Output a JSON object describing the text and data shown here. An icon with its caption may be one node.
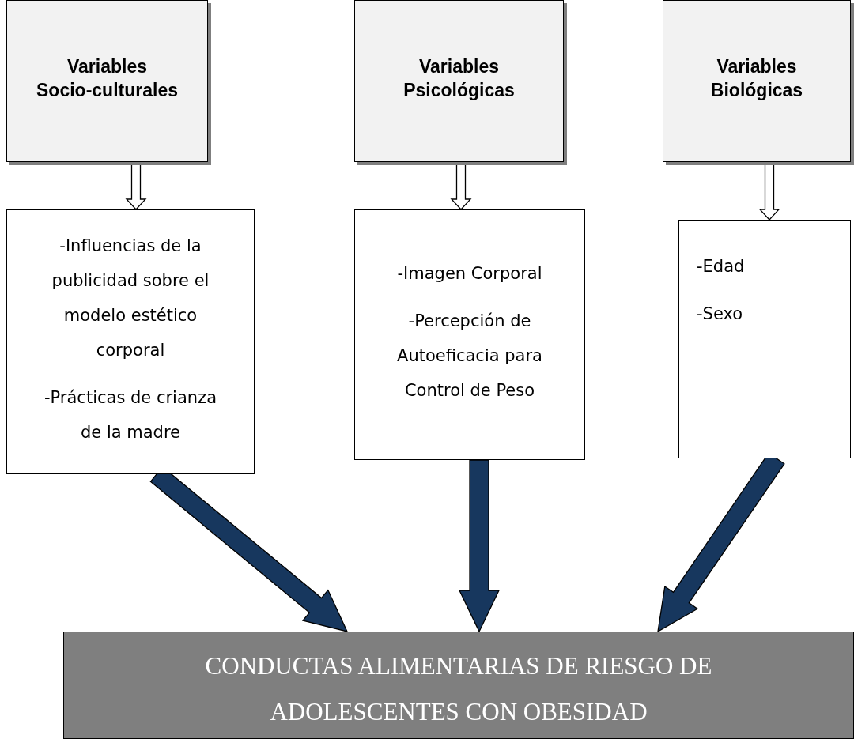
{
  "diagram": {
    "nodes": [
      {
        "text": [
          "Variables Socio-culturales"
        ]
      },
      {
        "text": [
          "Variables Psicológicas"
        ]
      },
      {
        "text": [
          "Variables Biológicas"
        ]
      },
      {
        "text": [
          "-Influencias de la publicidad sobre el modelo estético corporal",
          "-Prácticas de crianza de la madre"
        ]
      },
      {
        "text": [
          "-Imagen Corporal",
          "-Percepción de Autoeficacia para Control de Peso"
        ]
      },
      {
        "text": [
          "-Edad",
          "-Sexo"
        ]
      },
      {
        "text": [
          "CONDUCTAS ALIMENTARIAS DE RIESGO DE ADOLESCENTES CON OBESIDAD"
        ]
      }
    ],
    "edges": [
      {
        "from": 0,
        "to": 3,
        "arrow": "to"
      },
      {
        "from": 1,
        "to": 4,
        "arrow": "to"
      },
      {
        "from": 2,
        "to": 5,
        "arrow": "to"
      },
      {
        "from": 3,
        "to": 6,
        "arrow": "to",
        "style": "thick",
        "color": "#17375e"
      },
      {
        "from": 4,
        "to": 6,
        "arrow": "to",
        "style": "thick",
        "color": "#17375e"
      },
      {
        "from": 5,
        "to": 6,
        "arrow": "to",
        "style": "thick",
        "color": "#17375e"
      }
    ]
  }
}
